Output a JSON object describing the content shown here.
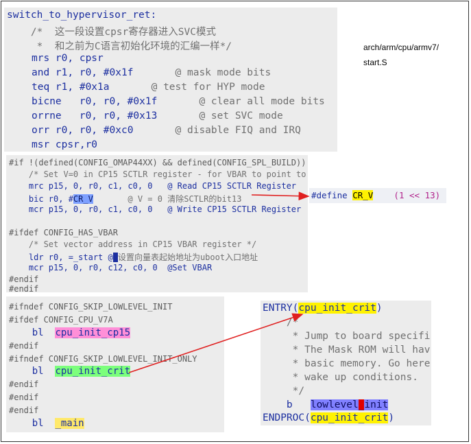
{
  "note": {
    "path_line1": "arch/arm/cpu/armv7/",
    "path_line2": "start.S"
  },
  "panel1": {
    "label": "switch_to_hypervisor_ret:",
    "comment1": "    /*  这一段设置cpsr寄存器进入SVC模式",
    "comment2": "     *  和之前为C语言初始化环境的汇编一样*/",
    "lines": [
      {
        "op": "mrs",
        "args": " r0, cpsr",
        "cm": ""
      },
      {
        "op": "and",
        "args": " r1, r0, #0x1f       ",
        "cm": "@ mask mode bits"
      },
      {
        "op": "teq",
        "args": " r1, #0x1a       ",
        "cm": "@ test for HYP mode"
      },
      {
        "op": "bicne",
        "args": "   r0, r0, #0x1f       ",
        "cm": "@ clear all mode bits"
      },
      {
        "op": "orrne",
        "args": "   r0, r0, #0x13       ",
        "cm": "@ set SVC mode"
      },
      {
        "op": "orr",
        "args": " r0, r0, #0xc0       ",
        "cm": "@ disable FIQ and IRQ"
      },
      {
        "op": "msr",
        "args": " cpsr,r0",
        "cm": ""
      }
    ]
  },
  "panel2": {
    "if_line": "#if !(defined(CONFIG_OMAP44XX) && defined(CONFIG_SPL_BUILD))",
    "cm1": "    /* Set V=0 in CP15 SCTLR register - for VBAR to point to",
    "mrc1": "    mrc p15, 0, r0, c1, c0, 0   @ Read CP15 SCTLR Register",
    "bic_pre": "    bic r0, #",
    "bic_hl": "CR_V",
    "bic_post": "       @ V = 0 清除SCTLR的bit13",
    "mcr1": "    mcr p15, 0, r0, c1, c0, 0   @ Write CP15 SCTLR Register",
    "ifdef_vbar": "#ifdef CONFIG_HAS_VBAR",
    "cm2": "    /* Set vector address in CP15 VBAR register */",
    "ldr_pre": "    ldr r0, =_start @",
    "ldr_post": "设置向量表起始地址为uboot入口地址",
    "mcr2": "    mcr p15, 0, r0, c12, c0, 0  @Set VBAR",
    "endif1": "#endif",
    "endif2": "#endif"
  },
  "define": {
    "kw": "#define ",
    "name": "CR_V",
    "value": "    (1 << 13)"
  },
  "panel3": {
    "ifndef1": "#ifndef CONFIG_SKIP_LOWLEVEL_INIT",
    "ifdef1": "#ifdef CONFIG_CPU_V7A",
    "bl1_op": "    bl  ",
    "bl1_target": "cpu_init_cp15",
    "endif1": "#endif",
    "ifndef2": "#ifndef CONFIG_SKIP_LOWLEVEL_INIT_ONLY",
    "bl2_op": "    bl  ",
    "bl2_target": "cpu_init_crit",
    "endif2": "#endif",
    "endif3": "#endif",
    "endif4": "#endif",
    "bl3_op": "    bl  ",
    "bl3_target": "_main"
  },
  "panel4": {
    "entry_pre": "ENTRY(",
    "entry_name": "cpu_init_crit",
    "entry_post": ")",
    "c1": "    /*",
    "c2": "     * Jump to board specifi",
    "c3": "     * The Mask ROM will hav",
    "c4": "     * basic memory. Go here",
    "c5": "     * wake up conditions.",
    "c6": "     */",
    "b_op": "    b   ",
    "b_t1": "lowlevel",
    "b_t2": "_",
    "b_t3": "init",
    "endproc_pre": "ENDPROC(",
    "endproc_name": "cpu_init_crit",
    "endproc_post": ")"
  },
  "colors": {
    "arrow": "#e02020",
    "keyword": "#1c2fa0",
    "comment": "#707070",
    "number": "#b0208a"
  }
}
